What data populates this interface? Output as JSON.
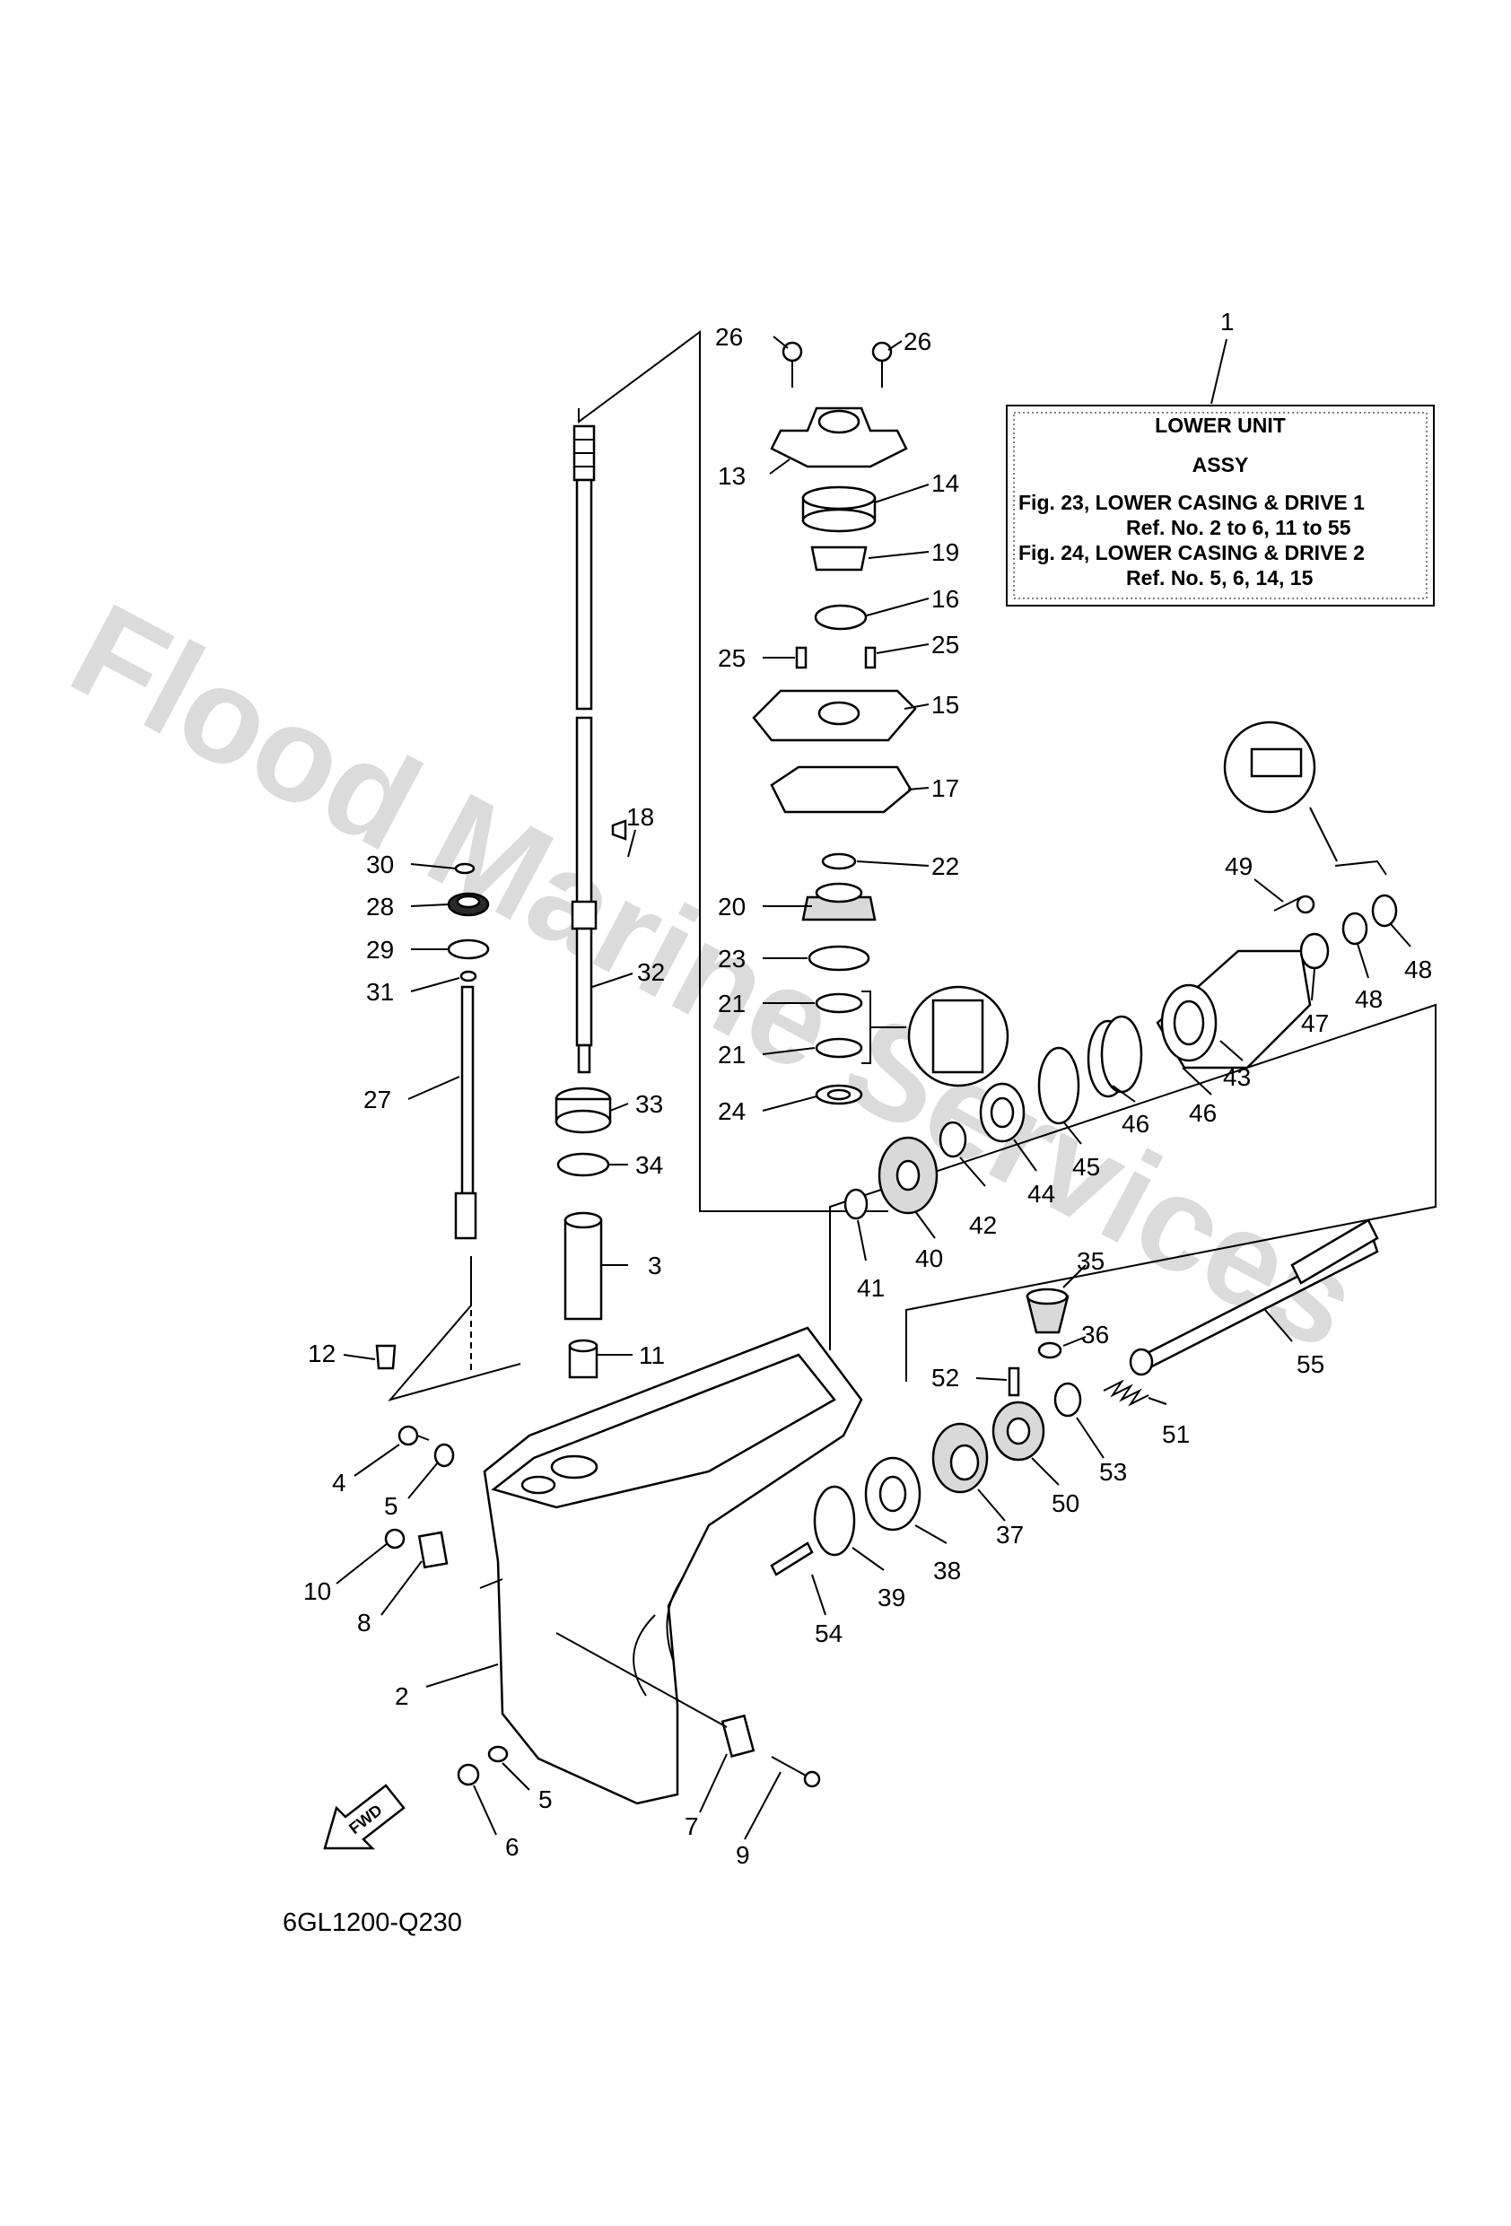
{
  "info_box": {
    "callout": "1",
    "title": "LOWER UNIT",
    "subtitle": "ASSY",
    "fig23_line": "Fig. 23, LOWER CASING & DRIVE 1",
    "fig23_ref": "Ref. No. 2 to 6, 11 to 55",
    "fig24_line": "Fig. 24, LOWER CASING & DRIVE 2",
    "fig24_ref": "Ref. No. 5, 6, 14, 15"
  },
  "watermark": "Flood Marine Services",
  "diagram_code": "6GL1200-Q230",
  "fwd_label": "FWD",
  "part_labels": {
    "p26a": "26",
    "p26b": "26",
    "p13": "13",
    "p14": "14",
    "p19": "19",
    "p16": "16",
    "p25a": "25",
    "p25b": "25",
    "p15": "15",
    "p17": "17",
    "p18": "18",
    "p22": "22",
    "p20": "20",
    "p23": "23",
    "p21a": "21",
    "p21b": "21",
    "p24": "24",
    "p30": "30",
    "p28": "28",
    "p29": "29",
    "p31": "31",
    "p32": "32",
    "p27": "27",
    "p33": "33",
    "p34": "34",
    "p3": "3",
    "p11": "11",
    "p12": "12",
    "p49": "49",
    "p48a": "48",
    "p48b": "48",
    "p47": "47",
    "p43": "43",
    "p46a": "46",
    "p46b": "46",
    "p45": "45",
    "p44": "44",
    "p42": "42",
    "p40": "40",
    "p41": "41",
    "p35": "35",
    "p36": "36",
    "p55": "55",
    "p52": "52",
    "p51": "51",
    "p53": "53",
    "p50": "50",
    "p37": "37",
    "p38": "38",
    "p39": "39",
    "p54": "54",
    "p4": "4",
    "p5a": "5",
    "p10": "10",
    "p8": "8",
    "p2": "2",
    "p5b": "5",
    "p6": "6",
    "p7": "7",
    "p9": "9"
  }
}
